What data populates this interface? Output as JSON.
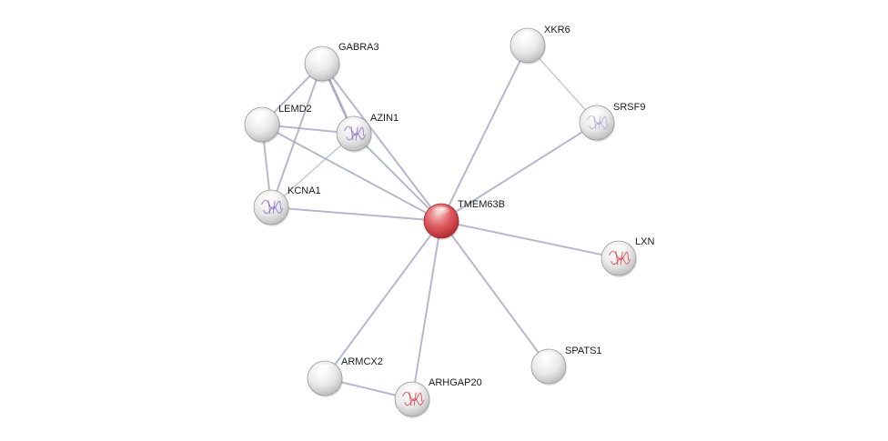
{
  "network": {
    "query_protein": "TMEM63B",
    "nodes": [
      {
        "id": "TMEM63B",
        "label": "TMEM63B",
        "color": "#d9474c",
        "structure": "none"
      },
      {
        "id": "GABRA3",
        "label": "GABRA3",
        "color": "#e6e6e6",
        "structure": "none"
      },
      {
        "id": "LEMD2",
        "label": "LEMD2",
        "color": "#e6e6e6",
        "structure": "none"
      },
      {
        "id": "AZIN1",
        "label": "AZIN1",
        "color": "#e6e6e6",
        "structure": "purple"
      },
      {
        "id": "KCNA1",
        "label": "KCNA1",
        "color": "#e6e6e6",
        "structure": "purple"
      },
      {
        "id": "XKR6",
        "label": "XKR6",
        "color": "#e6e6e6",
        "structure": "none"
      },
      {
        "id": "SRSF9",
        "label": "SRSF9",
        "color": "#e6e6e6",
        "structure": "purple-light"
      },
      {
        "id": "LXN",
        "label": "LXN",
        "color": "#e6e6e6",
        "structure": "red"
      },
      {
        "id": "SPATS1",
        "label": "SPATS1",
        "color": "#e6e6e6",
        "structure": "none"
      },
      {
        "id": "ARMCX2",
        "label": "ARMCX2",
        "color": "#e6e6e6",
        "structure": "none"
      },
      {
        "id": "ARHGAP20",
        "label": "ARHGAP20",
        "color": "#e6e6e6",
        "structure": "red"
      }
    ],
    "edges": [
      {
        "source": "TMEM63B",
        "target": "GABRA3",
        "strength": 2
      },
      {
        "source": "TMEM63B",
        "target": "LEMD2",
        "strength": 2
      },
      {
        "source": "TMEM63B",
        "target": "AZIN1",
        "strength": 2
      },
      {
        "source": "TMEM63B",
        "target": "KCNA1",
        "strength": 2
      },
      {
        "source": "TMEM63B",
        "target": "XKR6",
        "strength": 2
      },
      {
        "source": "TMEM63B",
        "target": "SRSF9",
        "strength": 2
      },
      {
        "source": "TMEM63B",
        "target": "LXN",
        "strength": 2
      },
      {
        "source": "TMEM63B",
        "target": "SPATS1",
        "strength": 2
      },
      {
        "source": "TMEM63B",
        "target": "ARMCX2",
        "strength": 2
      },
      {
        "source": "TMEM63B",
        "target": "ARHGAP20",
        "strength": 2
      },
      {
        "source": "GABRA3",
        "target": "LEMD2",
        "strength": 2
      },
      {
        "source": "GABRA3",
        "target": "AZIN1",
        "strength": 3
      },
      {
        "source": "GABRA3",
        "target": "KCNA1",
        "strength": 2
      },
      {
        "source": "LEMD2",
        "target": "AZIN1",
        "strength": 2
      },
      {
        "source": "LEMD2",
        "target": "KCNA1",
        "strength": 2
      },
      {
        "source": "AZIN1",
        "target": "KCNA1",
        "strength": 1
      },
      {
        "source": "XKR6",
        "target": "SRSF9",
        "strength": 1
      },
      {
        "source": "ARMCX2",
        "target": "ARHGAP20",
        "strength": 2
      }
    ]
  },
  "colors": {
    "query_node": "#d9474c",
    "neighbor_node": "#e6e6e6",
    "edge": "#a3a3c2",
    "structure_purple": "#8a6fc4",
    "structure_red": "#d9434b"
  }
}
